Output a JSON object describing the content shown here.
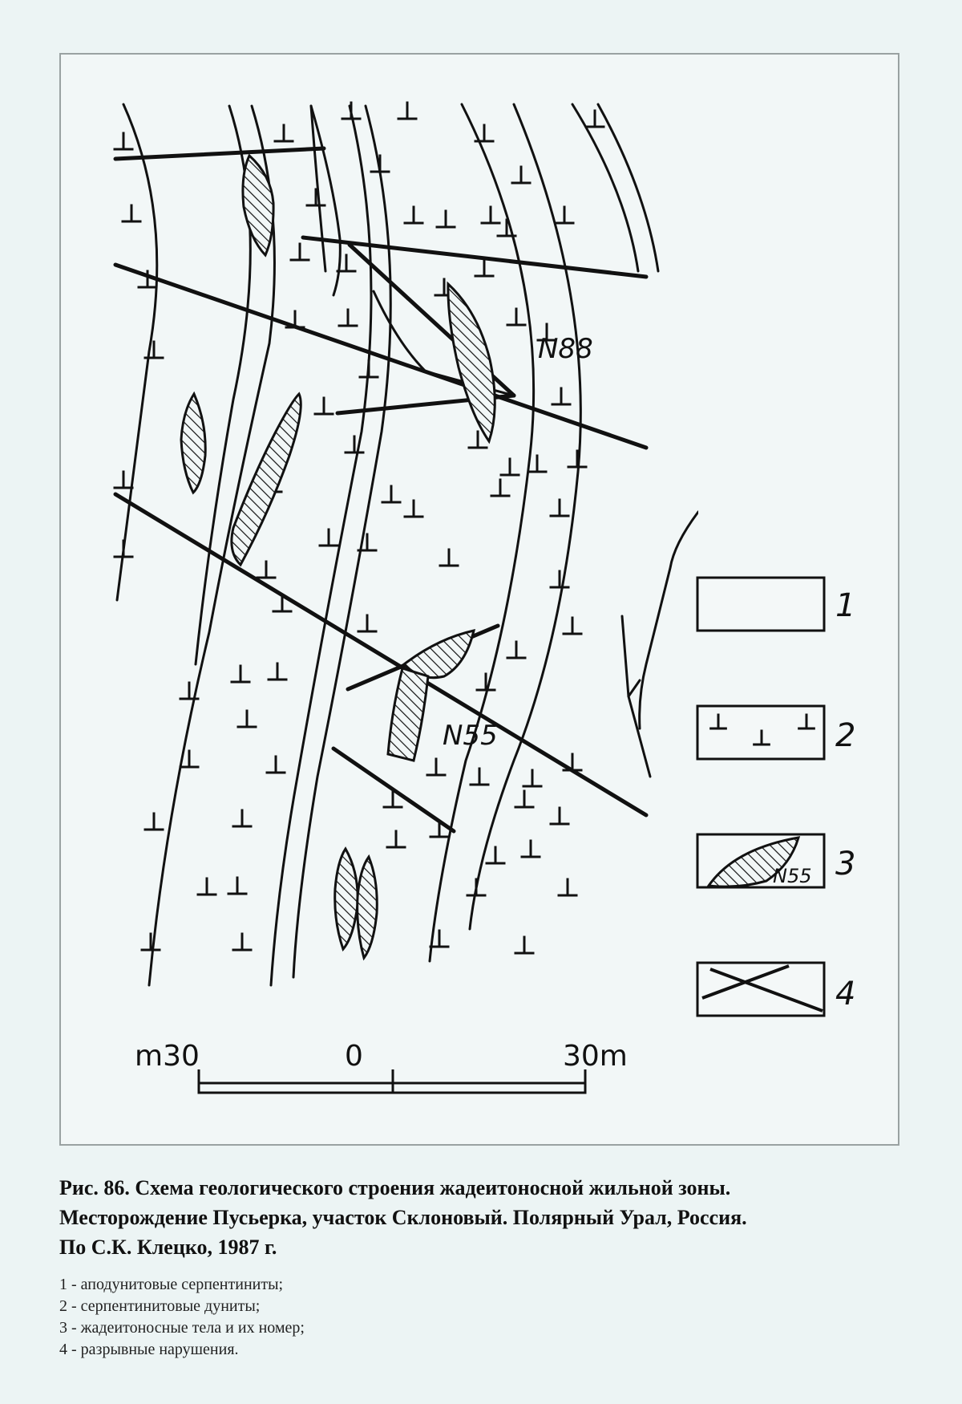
{
  "map": {
    "body_labels": [
      "N88",
      "N55"
    ],
    "scale": {
      "left_label": "m30",
      "center_label": "0",
      "right_label": "30m"
    },
    "legend_numbers": [
      "1",
      "2",
      "3",
      "4"
    ],
    "legend_sample_label": "N55",
    "symbol_dunite": "⊥"
  },
  "caption": {
    "line1": "Рис. 86. Схема геологического строения жадеитоносной жильной зоны.",
    "line2": "Месторождение Пусьерка, участок Склоновый. Полярный Урал, Россия.",
    "line3": "По С.К. Клецко, 1987 г."
  },
  "legend": {
    "items": [
      "1 - аподунитовые серпентиниты;",
      "2 - серпентинитовые дуниты;",
      "3 - жадеитоносные тела и их номер;",
      "4 - разрывные нарушения."
    ]
  },
  "colors": {
    "background": "#ecf4f4",
    "ink": "#111111",
    "frame": "#9aa2a2"
  }
}
